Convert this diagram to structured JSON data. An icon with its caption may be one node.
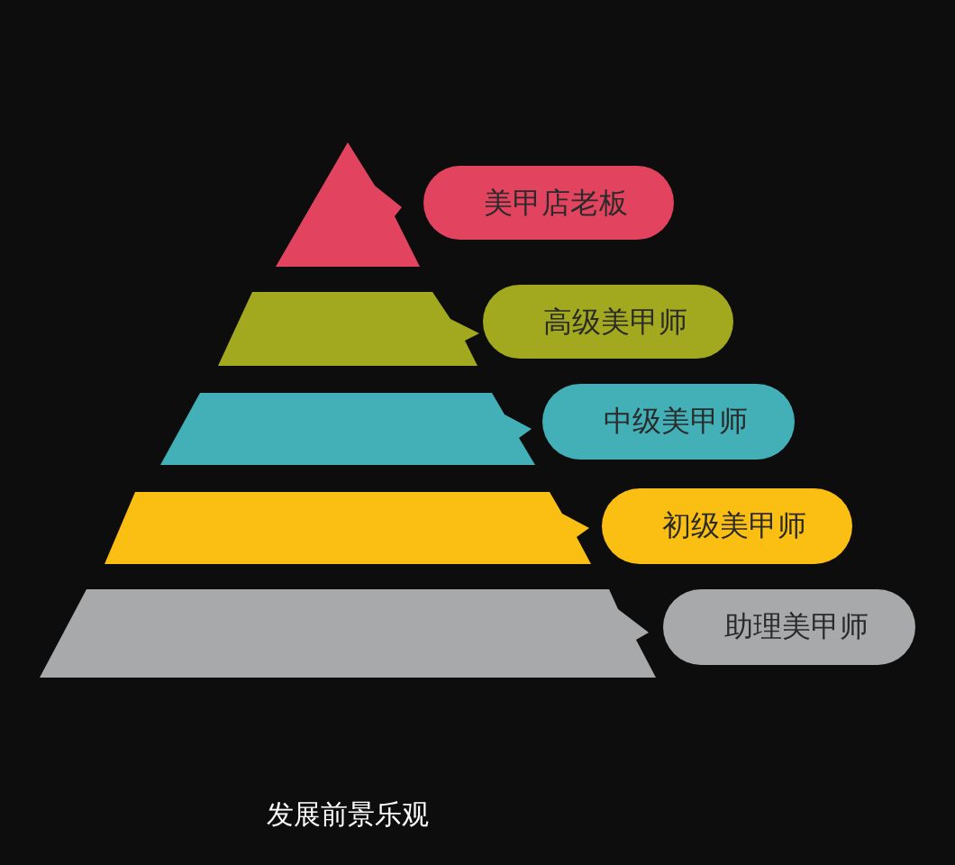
{
  "diagram": {
    "caption": "发展前景乐观",
    "nodes": [
      {
        "text": [],
        "shape": "triangle"
      },
      {
        "text": [
          "美甲店老板"
        ]
      },
      {
        "text": [],
        "shape": "trapezoid"
      },
      {
        "text": [
          "高级美甲师"
        ]
      },
      {
        "text": [],
        "shape": "trapezoid"
      },
      {
        "text": [
          "中级美甲师"
        ]
      },
      {
        "text": [],
        "shape": "trapezoid"
      },
      {
        "text": [
          "初级美甲师"
        ]
      },
      {
        "text": [],
        "shape": "trapezoid"
      },
      {
        "text": [
          "助理美甲师"
        ]
      }
    ]
  }
}
